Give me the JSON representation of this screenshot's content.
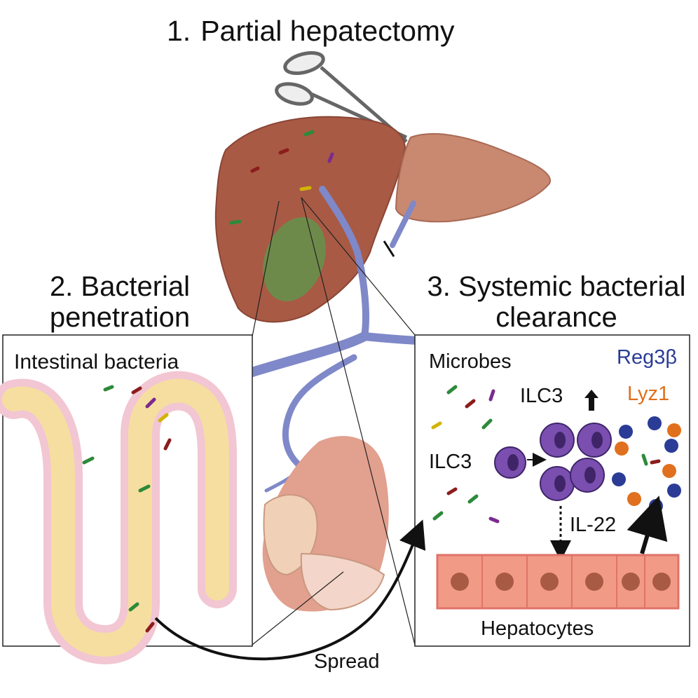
{
  "step1": {
    "number": "1.",
    "label": "Partial hepatectomy"
  },
  "step2": {
    "label": "2. Bacterial penetration"
  },
  "step3": {
    "label": "3. Systemic bacterial clearance"
  },
  "left_panel": {
    "title": "Intestinal bacteria"
  },
  "right_panel": {
    "microbes": "Microbes",
    "reg3b": "Reg3β",
    "lyz1": "Lyz1",
    "ilc3_expanded": "ILC3",
    "ilc3_single": "ILC3",
    "il22": "IL-22",
    "hepatocytes": "Hepatocytes"
  },
  "arrow_label": "Spread",
  "colors": {
    "liver": "#a85a45",
    "gallbladder": "#6e8a4a",
    "portal_vein": "#7f88c8",
    "villi": "#f6dea0",
    "mucosa": "#f2c6d3",
    "ilc3": "#7a4fb0",
    "hepatocyte": "#f19a86",
    "reg3b": "#2a3c96",
    "lyz1": "#e0701e"
  },
  "icons": [
    "scissors-icon",
    "bacterium-icon",
    "ilc3-cell-icon",
    "antimicrobial-peptide-icon",
    "up-arrow-icon"
  ]
}
